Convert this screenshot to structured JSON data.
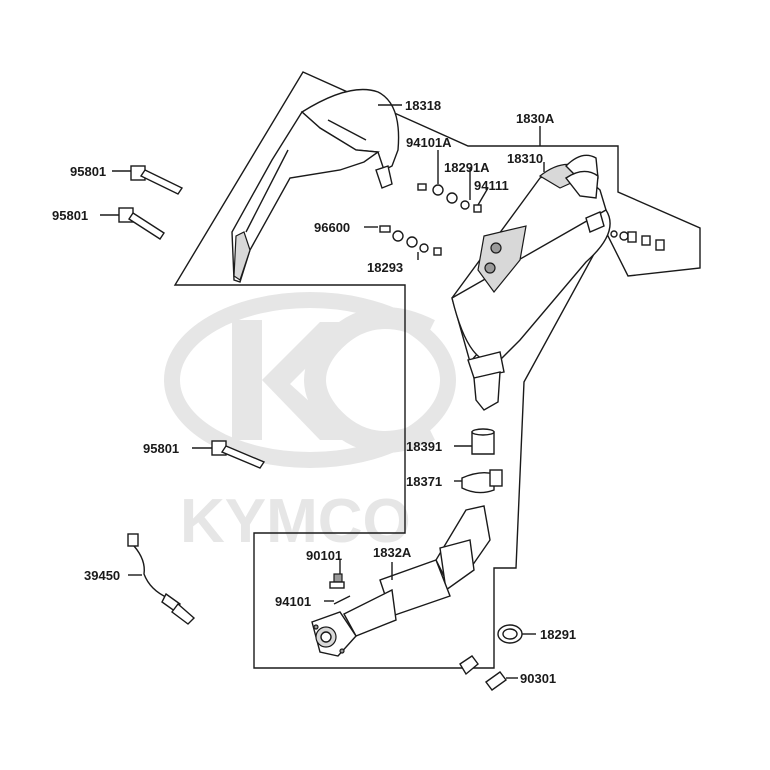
{
  "watermark": {
    "brand_text": "KYMCO"
  },
  "parts": {
    "p18318": "18318",
    "p1830A": "1830A",
    "p94101A": "94101A",
    "p18310": "18310",
    "p18291A": "18291A",
    "p94111": "94111",
    "p96600": "96600",
    "p18293": "18293",
    "p95801_a": "95801",
    "p95801_b": "95801",
    "p95801_c": "95801",
    "p18391": "18391",
    "p18371": "18371",
    "p90101": "90101",
    "p1832A": "1832A",
    "p94101": "94101",
    "p39450": "39450",
    "p18291": "18291",
    "p90301": "90301"
  },
  "icons": {
    "logo": "kymco-logo-watermark"
  }
}
